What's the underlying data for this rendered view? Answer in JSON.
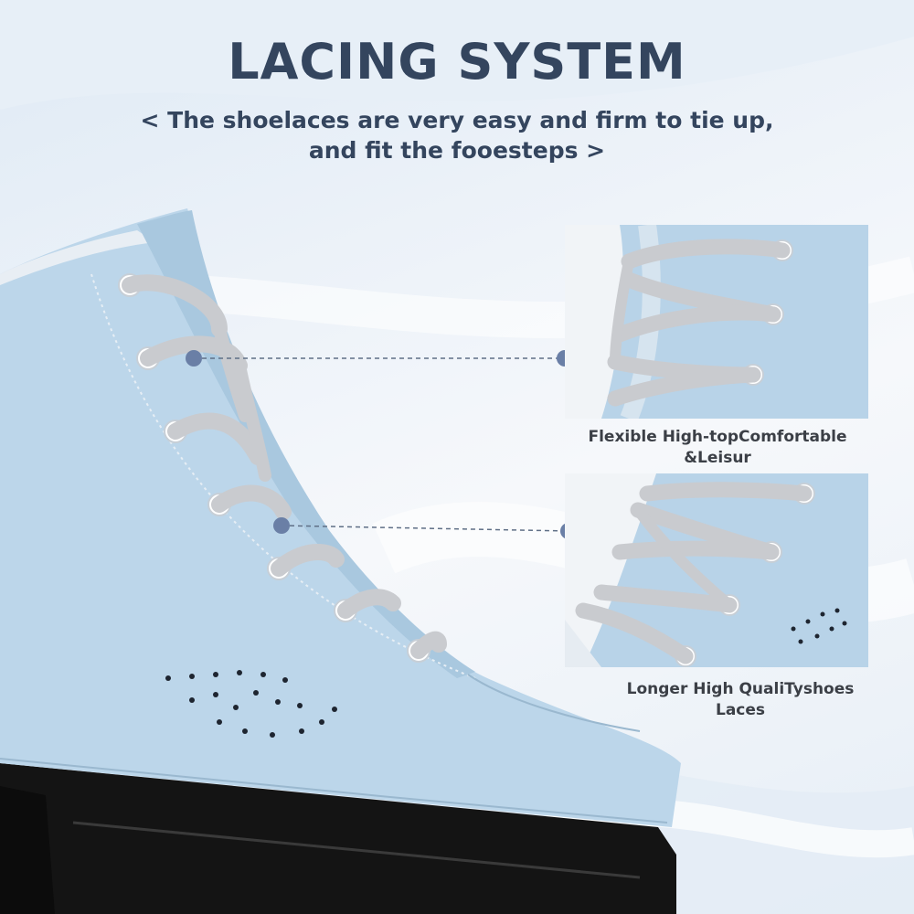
{
  "header": {
    "title": "LACING SYSTEM",
    "subtitle_line1": "< The shoelaces are very easy and firm to tie up,",
    "subtitle_line2": "and fit the fooesteps >"
  },
  "callouts": [
    {
      "label_line1": "Flexible High-topComfortable",
      "label_line2": "&Leisur"
    },
    {
      "label_line1": "Longer High QualiTyshoes",
      "label_line2": "Laces"
    }
  ],
  "colors": {
    "title": "#34455e",
    "boot": "#bcd6ea",
    "lace": "#c9cbcf",
    "blade": "#141414",
    "dot": "#6a7fa6"
  }
}
